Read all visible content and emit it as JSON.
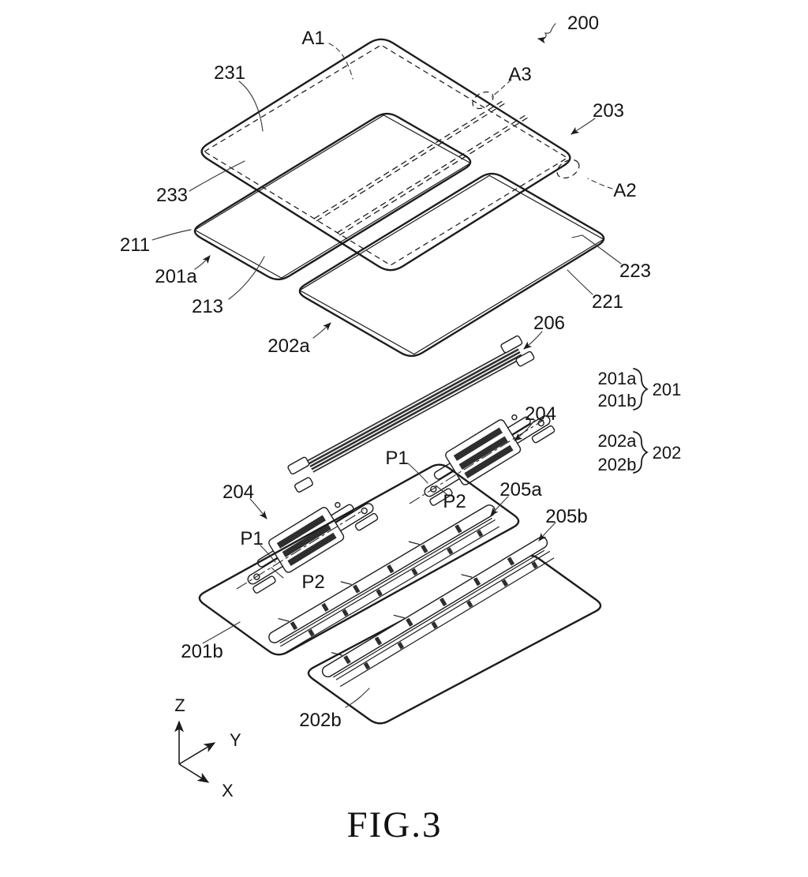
{
  "figure": {
    "caption": "FIG.3"
  },
  "colors": {
    "ink": "#1c1c1c",
    "background": "#ffffff"
  },
  "callouts": {
    "assembly": "200",
    "a1": "A1",
    "a2": "A2",
    "a3": "A3",
    "n231": "231",
    "n233": "233",
    "n203": "203",
    "n211": "211",
    "n201a": "201a",
    "n213": "213",
    "n223": "223",
    "n221": "221",
    "n202a": "202a",
    "n206": "206",
    "n204_left": "204",
    "n204_right": "204",
    "p1_left": "P1",
    "p2_left": "P2",
    "p1_right": "P1",
    "p2_right": "P2",
    "n205a": "205a",
    "n205b": "205b",
    "n201b": "201b",
    "n202b": "202b"
  },
  "legend": {
    "group1": {
      "a": "201a",
      "b": "201b",
      "sum": "201"
    },
    "group2": {
      "a": "202a",
      "b": "202b",
      "sum": "202"
    }
  },
  "axes_triad": {
    "z": "Z",
    "y": "Y",
    "x": "X"
  }
}
